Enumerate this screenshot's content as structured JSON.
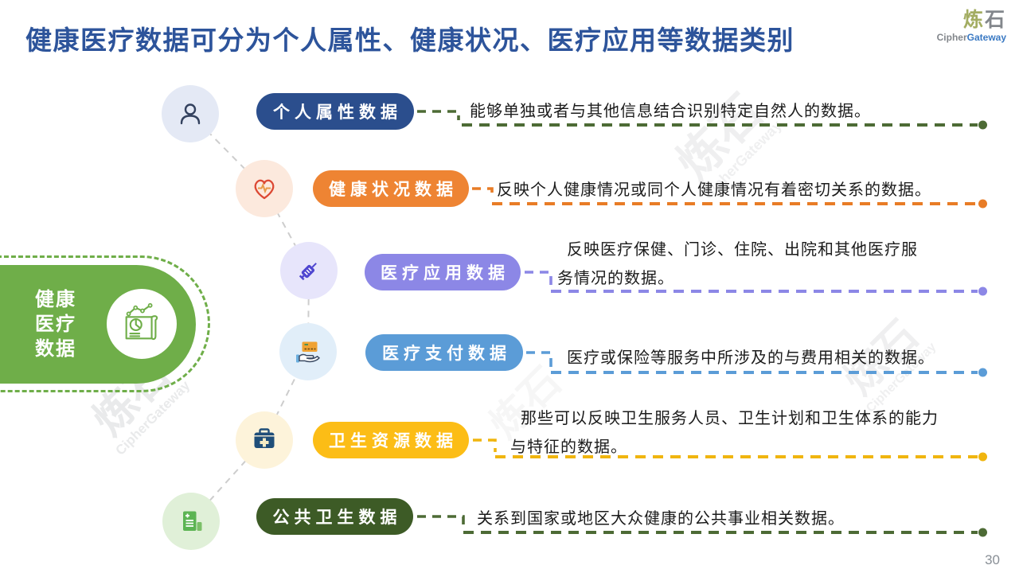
{
  "slide": {
    "title": "健康医疗数据可分为个人属性、健康状况、医疗应用等数据类别",
    "page_number": "30"
  },
  "logo": {
    "zh1": "炼",
    "zh2": "石",
    "cipher": "Cipher",
    "gateway": "Gateway"
  },
  "root_node": {
    "line1": "健康",
    "line2": "医疗",
    "line3": "数据",
    "color": "#6fae49"
  },
  "categories": [
    {
      "label": "个人属性数据",
      "pill_color": "#2b4e8d",
      "line_color": "#4d6b35",
      "icon": "person-icon",
      "desc1": "能够单独或者与其他信息结合识别特定自然人的数据。"
    },
    {
      "label": "健康状况数据",
      "pill_color": "#ee8433",
      "line_color": "#e87c26",
      "icon": "heart-icon",
      "desc1": "反映个人健康情况或同个人健康情况有着密切关系的数据。"
    },
    {
      "label": "医疗应用数据",
      "pill_color": "#8c87e6",
      "line_color": "#8c87e6",
      "icon": "syringe-icon",
      "desc1": "反映医疗保健、门诊、住院、出院和其他医疗服",
      "desc2": "务情况的数据。"
    },
    {
      "label": "医疗支付数据",
      "pill_color": "#5b9cd7",
      "line_color": "#5b9cd7",
      "icon": "payment-icon",
      "desc1": "医疗或保险等服务中所涉及的与费用相关的数据。"
    },
    {
      "label": "卫生资源数据",
      "pill_color": "#fcbd16",
      "line_color": "#f0b50f",
      "icon": "medkit-icon",
      "desc1": "那些可以反映卫生服务人员、卫生计划和卫生体系的能力",
      "desc2": "与特征的数据。"
    },
    {
      "label": "公共卫生数据",
      "pill_color": "#3d5b26",
      "line_color": "#4d6b35",
      "icon": "document-icon",
      "desc1": "关系到国家或地区大众健康的公共事业相关数据。"
    }
  ],
  "watermark": {
    "zh": "炼石",
    "en": "CipherGateway"
  }
}
